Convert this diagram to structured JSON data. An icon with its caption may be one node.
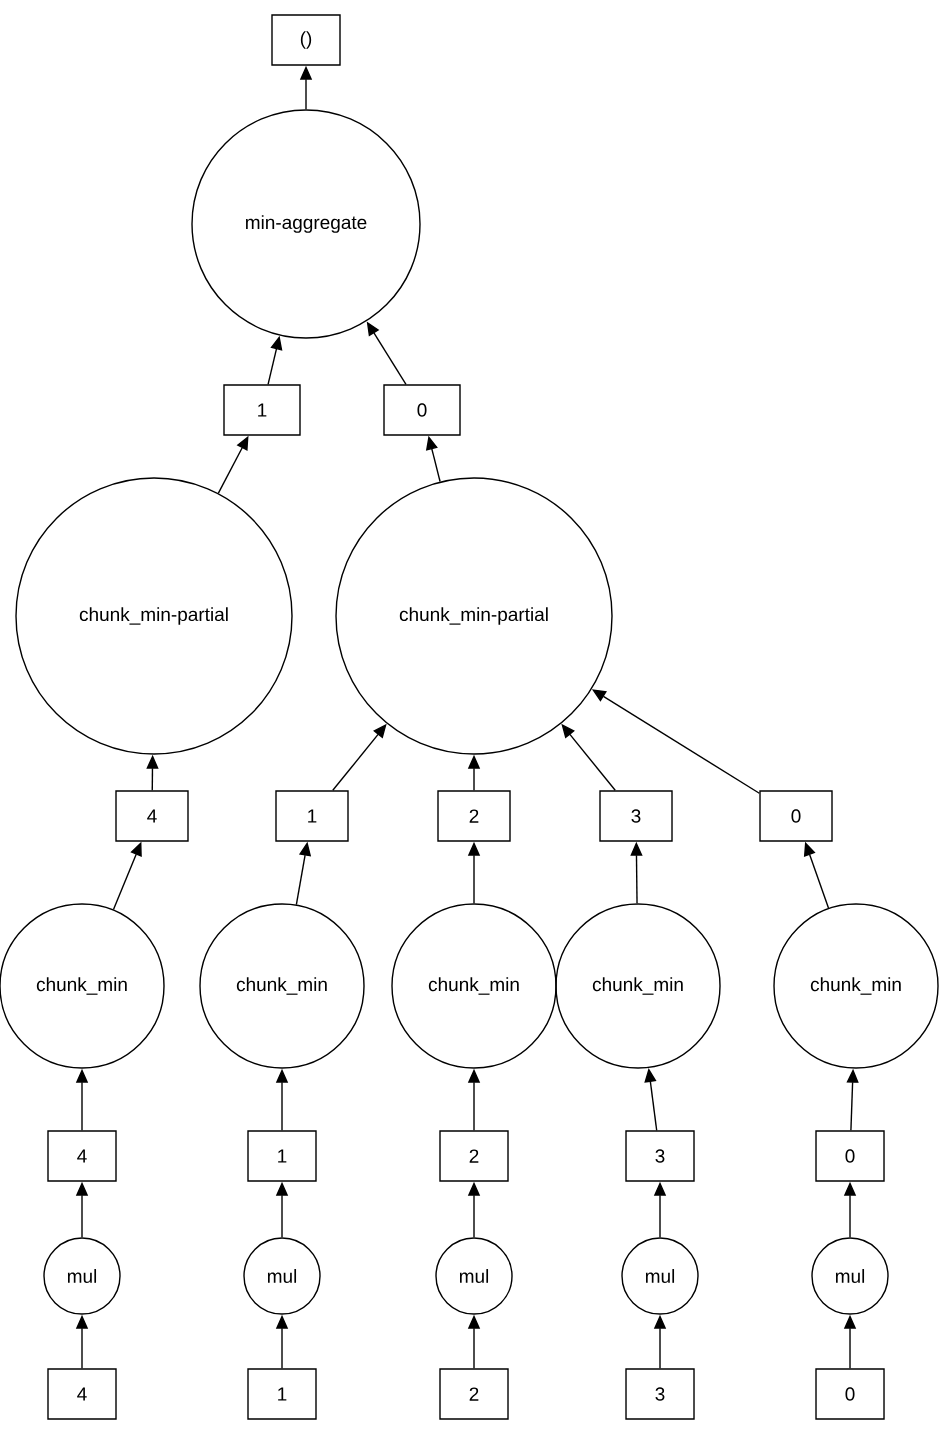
{
  "diagram": {
    "nodes": [
      {
        "text": [
          "()"
        ]
      },
      {
        "text": [
          "min-aggregate"
        ]
      },
      {
        "text": [
          "1"
        ]
      },
      {
        "text": [
          "0"
        ]
      },
      {
        "text": [
          "chunk_min-partial"
        ]
      },
      {
        "text": [
          "chunk_min-partial"
        ]
      },
      {
        "text": [
          "4"
        ]
      },
      {
        "text": [
          "1"
        ]
      },
      {
        "text": [
          "2"
        ]
      },
      {
        "text": [
          "3"
        ]
      },
      {
        "text": [
          "0"
        ]
      },
      {
        "text": [
          "chunk_min"
        ]
      },
      {
        "text": [
          "chunk_min"
        ]
      },
      {
        "text": [
          "chunk_min"
        ]
      },
      {
        "text": [
          "chunk_min"
        ]
      },
      {
        "text": [
          "chunk_min"
        ]
      },
      {
        "text": [
          "4"
        ]
      },
      {
        "text": [
          "1"
        ]
      },
      {
        "text": [
          "2"
        ]
      },
      {
        "text": [
          "3"
        ]
      },
      {
        "text": [
          "0"
        ]
      },
      {
        "text": [
          "mul"
        ]
      },
      {
        "text": [
          "mul"
        ]
      },
      {
        "text": [
          "mul"
        ]
      },
      {
        "text": [
          "mul"
        ]
      },
      {
        "text": [
          "mul"
        ]
      },
      {
        "text": [
          "4"
        ]
      },
      {
        "text": [
          "1"
        ]
      },
      {
        "text": [
          "2"
        ]
      },
      {
        "text": [
          "3"
        ]
      },
      {
        "text": [
          "0"
        ]
      }
    ],
    "edges": [
      {
        "from": 1,
        "to": 0,
        "arrow": "to"
      },
      {
        "from": 2,
        "to": 1,
        "arrow": "to"
      },
      {
        "from": 3,
        "to": 1,
        "arrow": "to"
      },
      {
        "from": 4,
        "to": 2,
        "arrow": "to"
      },
      {
        "from": 5,
        "to": 3,
        "arrow": "to"
      },
      {
        "from": 6,
        "to": 4,
        "arrow": "to"
      },
      {
        "from": 7,
        "to": 5,
        "arrow": "to"
      },
      {
        "from": 8,
        "to": 5,
        "arrow": "to"
      },
      {
        "from": 9,
        "to": 5,
        "arrow": "to"
      },
      {
        "from": 10,
        "to": 5,
        "arrow": "to"
      },
      {
        "from": 11,
        "to": 6,
        "arrow": "to"
      },
      {
        "from": 12,
        "to": 7,
        "arrow": "to"
      },
      {
        "from": 13,
        "to": 8,
        "arrow": "to"
      },
      {
        "from": 14,
        "to": 9,
        "arrow": "to"
      },
      {
        "from": 15,
        "to": 10,
        "arrow": "to"
      },
      {
        "from": 16,
        "to": 11,
        "arrow": "to"
      },
      {
        "from": 17,
        "to": 12,
        "arrow": "to"
      },
      {
        "from": 18,
        "to": 13,
        "arrow": "to"
      },
      {
        "from": 19,
        "to": 14,
        "arrow": "to"
      },
      {
        "from": 20,
        "to": 15,
        "arrow": "to"
      },
      {
        "from": 21,
        "to": 16,
        "arrow": "to"
      },
      {
        "from": 22,
        "to": 17,
        "arrow": "to"
      },
      {
        "from": 23,
        "to": 18,
        "arrow": "to"
      },
      {
        "from": 24,
        "to": 19,
        "arrow": "to"
      },
      {
        "from": 25,
        "to": 20,
        "arrow": "to"
      },
      {
        "from": 26,
        "to": 21,
        "arrow": "to"
      },
      {
        "from": 27,
        "to": 22,
        "arrow": "to"
      },
      {
        "from": 28,
        "to": 23,
        "arrow": "to"
      },
      {
        "from": 29,
        "to": 24,
        "arrow": "to"
      },
      {
        "from": 30,
        "to": 25,
        "arrow": "to"
      }
    ]
  }
}
